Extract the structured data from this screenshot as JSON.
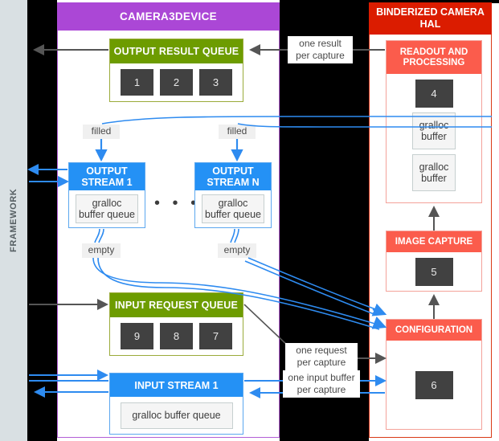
{
  "framework": {
    "label": "FRAMEWORK"
  },
  "camera3device": {
    "title": "CAMERA3DEVICE",
    "output_result_queue": {
      "title": "OUTPUT RESULT QUEUE",
      "chips": [
        "1",
        "2",
        "3"
      ]
    },
    "output_stream_1": {
      "title": "OUTPUT\nSTREAM 1",
      "inner": "gralloc\nbuffer queue",
      "filled_label": "filled",
      "empty_label": "empty"
    },
    "output_stream_n": {
      "title": "OUTPUT\nSTREAM N",
      "inner": "gralloc\nbuffer queue",
      "filled_label": "filled",
      "empty_label": "empty"
    },
    "ellipsis": "• • •",
    "input_request_queue": {
      "title": "INPUT REQUEST QUEUE",
      "chips": [
        "9",
        "8",
        "7"
      ]
    },
    "input_stream_1": {
      "title": "INPUT STREAM 1",
      "inner": "gralloc buffer queue"
    }
  },
  "hal": {
    "title": "BINDERIZED CAMERA HAL",
    "readout_and_processing": {
      "title": "READOUT AND PROCESSING",
      "chip": "4",
      "buffers": [
        "gralloc\nbuffer",
        "gralloc\nbuffer"
      ]
    },
    "image_capture": {
      "title": "IMAGE CAPTURE",
      "chip": "5"
    },
    "configuration": {
      "title": "CONFIGURATION",
      "chip": "6"
    }
  },
  "annotations": {
    "one_result_per_capture": "one result\nper capture",
    "one_request_per_capture": "one request\nper capture",
    "one_input_buffer_per_capture": "one input buffer\nper capture"
  },
  "colors": {
    "device_header": "#ab47d6",
    "hal_header": "#db1c00",
    "queue_green": "#6d9c00",
    "stream_blue": "#2491f5",
    "hal_box_red": "#fb5c4c",
    "chip_dark": "#414141",
    "framework_strip": "#d9e0e3",
    "arrow_blue": "#2e8bf0",
    "arrow_gray": "#555555"
  }
}
